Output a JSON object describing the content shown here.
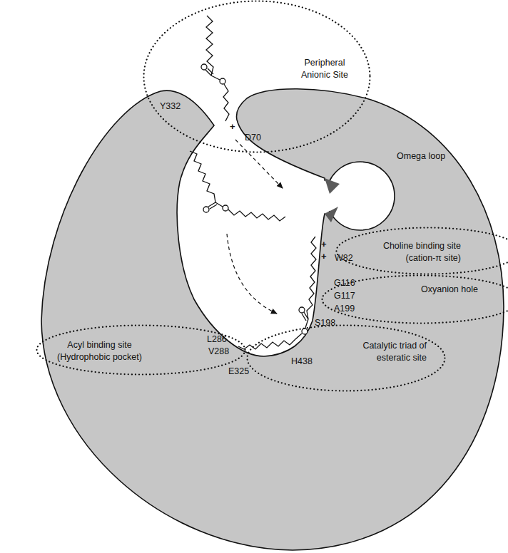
{
  "diagram": {
    "nodes": [
      {
        "text": [
          "Peripheral Anionic Site"
        ]
      },
      {
        "text": [
          "Choline binding site (cation-π site)"
        ]
      },
      {
        "text": [
          "Oxyanion hole"
        ]
      },
      {
        "text": [
          "Acyl binding site (Hydrophobic pocket)"
        ]
      },
      {
        "text": [
          "Catalytic triad of esteratic site"
        ]
      }
    ],
    "labels": [
      "Y332",
      "D70",
      "+",
      "Omega loop",
      "W82",
      "+",
      "+",
      "G116",
      "G117",
      "A199",
      "S198",
      "L286",
      "V288",
      "E325",
      "H438"
    ]
  }
}
